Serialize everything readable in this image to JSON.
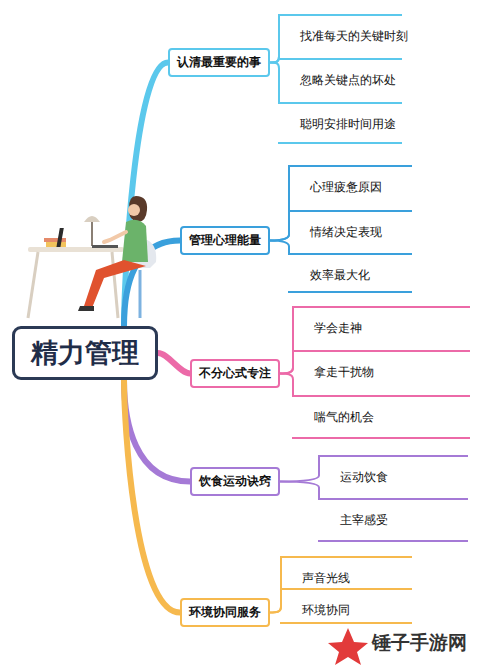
{
  "diagram": {
    "nodes": [
      {
        "text": [
          "精力管理"
        ]
      },
      {
        "text": [
          "认清最重要的事"
        ]
      },
      {
        "text": [
          "找准每天的关键时刻"
        ]
      },
      {
        "text": [
          "忽略关键点的坏处"
        ]
      },
      {
        "text": [
          "聪明安排时间用途"
        ]
      },
      {
        "text": [
          "管理心理能量"
        ]
      },
      {
        "text": [
          "心理疲惫原因"
        ]
      },
      {
        "text": [
          "情绪决定表现"
        ]
      },
      {
        "text": [
          "效率最大化"
        ]
      },
      {
        "text": [
          "不分心式专注"
        ]
      },
      {
        "text": [
          "学会走神"
        ]
      },
      {
        "text": [
          "拿走干扰物"
        ]
      },
      {
        "text": [
          "喘气的机会"
        ]
      },
      {
        "text": [
          "饮食运动诀窍"
        ]
      },
      {
        "text": [
          "运动饮食"
        ]
      },
      {
        "text": [
          "主宰感受"
        ]
      },
      {
        "text": [
          "环境协同服务"
        ]
      },
      {
        "text": [
          "声音光线"
        ]
      },
      {
        "text": [
          "环境协同"
        ]
      }
    ],
    "edges": [
      {
        "from": 0,
        "to": 1,
        "arrow": "none"
      },
      {
        "from": 1,
        "to": 2,
        "arrow": "none"
      },
      {
        "from": 1,
        "to": 3,
        "arrow": "none"
      },
      {
        "from": 1,
        "to": 4,
        "arrow": "none"
      },
      {
        "from": 0,
        "to": 5,
        "arrow": "none"
      },
      {
        "from": 5,
        "to": 6,
        "arrow": "none"
      },
      {
        "from": 5,
        "to": 7,
        "arrow": "none"
      },
      {
        "from": 5,
        "to": 8,
        "arrow": "none"
      },
      {
        "from": 0,
        "to": 9,
        "arrow": "none"
      },
      {
        "from": 9,
        "to": 10,
        "arrow": "none"
      },
      {
        "from": 9,
        "to": 11,
        "arrow": "none"
      },
      {
        "from": 9,
        "to": 12,
        "arrow": "none"
      },
      {
        "from": 0,
        "to": 13,
        "arrow": "none"
      },
      {
        "from": 13,
        "to": 14,
        "arrow": "none"
      },
      {
        "from": 13,
        "to": 15,
        "arrow": "none"
      },
      {
        "from": 0,
        "to": 16,
        "arrow": "none"
      },
      {
        "from": 16,
        "to": 17,
        "arrow": "none"
      },
      {
        "from": 16,
        "to": 18,
        "arrow": "none"
      }
    ],
    "labels": [
      "锤子手游网"
    ]
  }
}
